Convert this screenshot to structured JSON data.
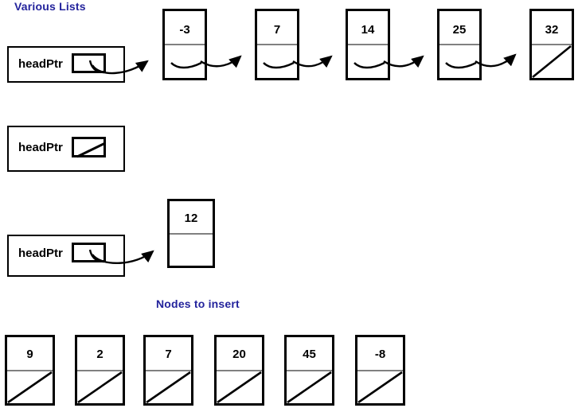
{
  "headings": {
    "various_lists": "Various Lists",
    "nodes_to_insert": "Nodes to insert"
  },
  "colors": {
    "heading": "#23239c",
    "box_border": "#000000",
    "divider": "#808080",
    "background": "#ffffff"
  },
  "labels": {
    "head_pointer": "headPtr"
  },
  "lists": [
    {
      "name": "list-nonempty-five-nodes",
      "head_label": "headPtr",
      "head_pointer_state": "points-to-node",
      "nodes": [
        {
          "value": "-3",
          "next": "link"
        },
        {
          "value": "7",
          "next": "link"
        },
        {
          "value": "14",
          "next": "link"
        },
        {
          "value": "25",
          "next": "link"
        },
        {
          "value": "32",
          "next": "null"
        }
      ]
    },
    {
      "name": "list-empty",
      "head_label": "headPtr",
      "head_pointer_state": "null",
      "nodes": []
    },
    {
      "name": "list-single-node",
      "head_label": "headPtr",
      "head_pointer_state": "points-to-node",
      "nodes": [
        {
          "value": "12",
          "next": "empty"
        }
      ]
    }
  ],
  "insert_nodes": [
    {
      "value": "9",
      "next": "null"
    },
    {
      "value": "2",
      "next": "null"
    },
    {
      "value": "7",
      "next": "null"
    },
    {
      "value": "20",
      "next": "null"
    },
    {
      "value": "45",
      "next": "null"
    },
    {
      "value": "-8",
      "next": "null"
    }
  ]
}
